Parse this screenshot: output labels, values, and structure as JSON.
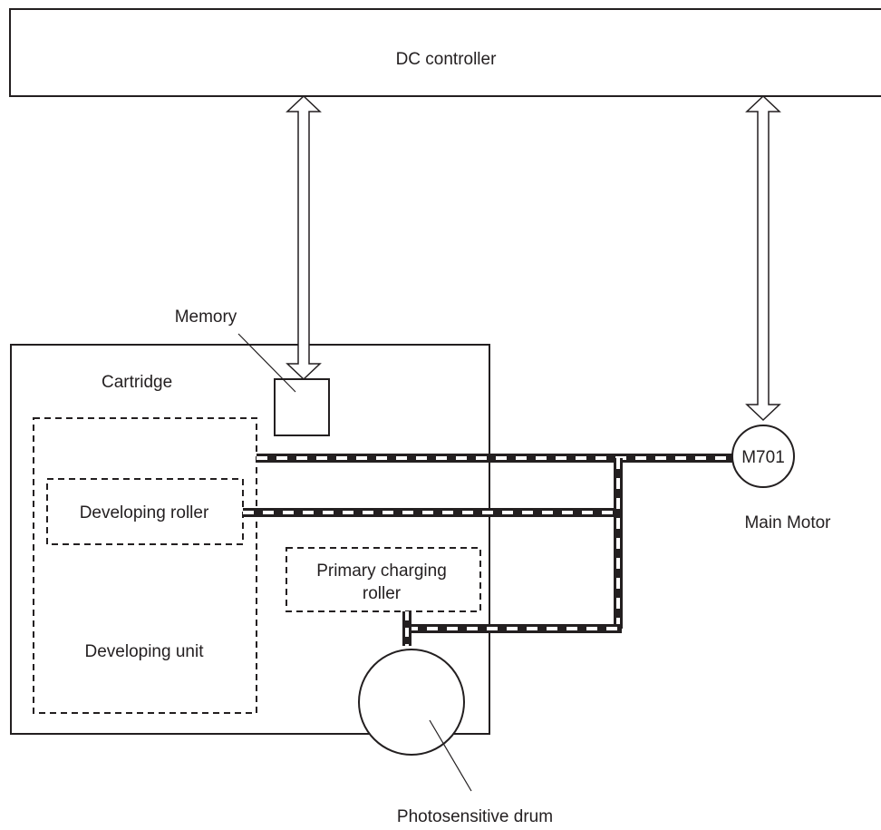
{
  "labels": {
    "dc_controller": "DC controller",
    "memory": "Memory",
    "cartridge": "Cartridge",
    "developing_roller": "Developing roller",
    "primary_charging_roller_line1": "Primary charging",
    "primary_charging_roller_line2": "roller",
    "developing_unit": "Developing unit",
    "motor_id": "M701",
    "main_motor": "Main Motor",
    "photosensitive_drum": "Photosensitive drum"
  },
  "colors": {
    "stroke": "#231f20",
    "background": "#ffffff"
  }
}
